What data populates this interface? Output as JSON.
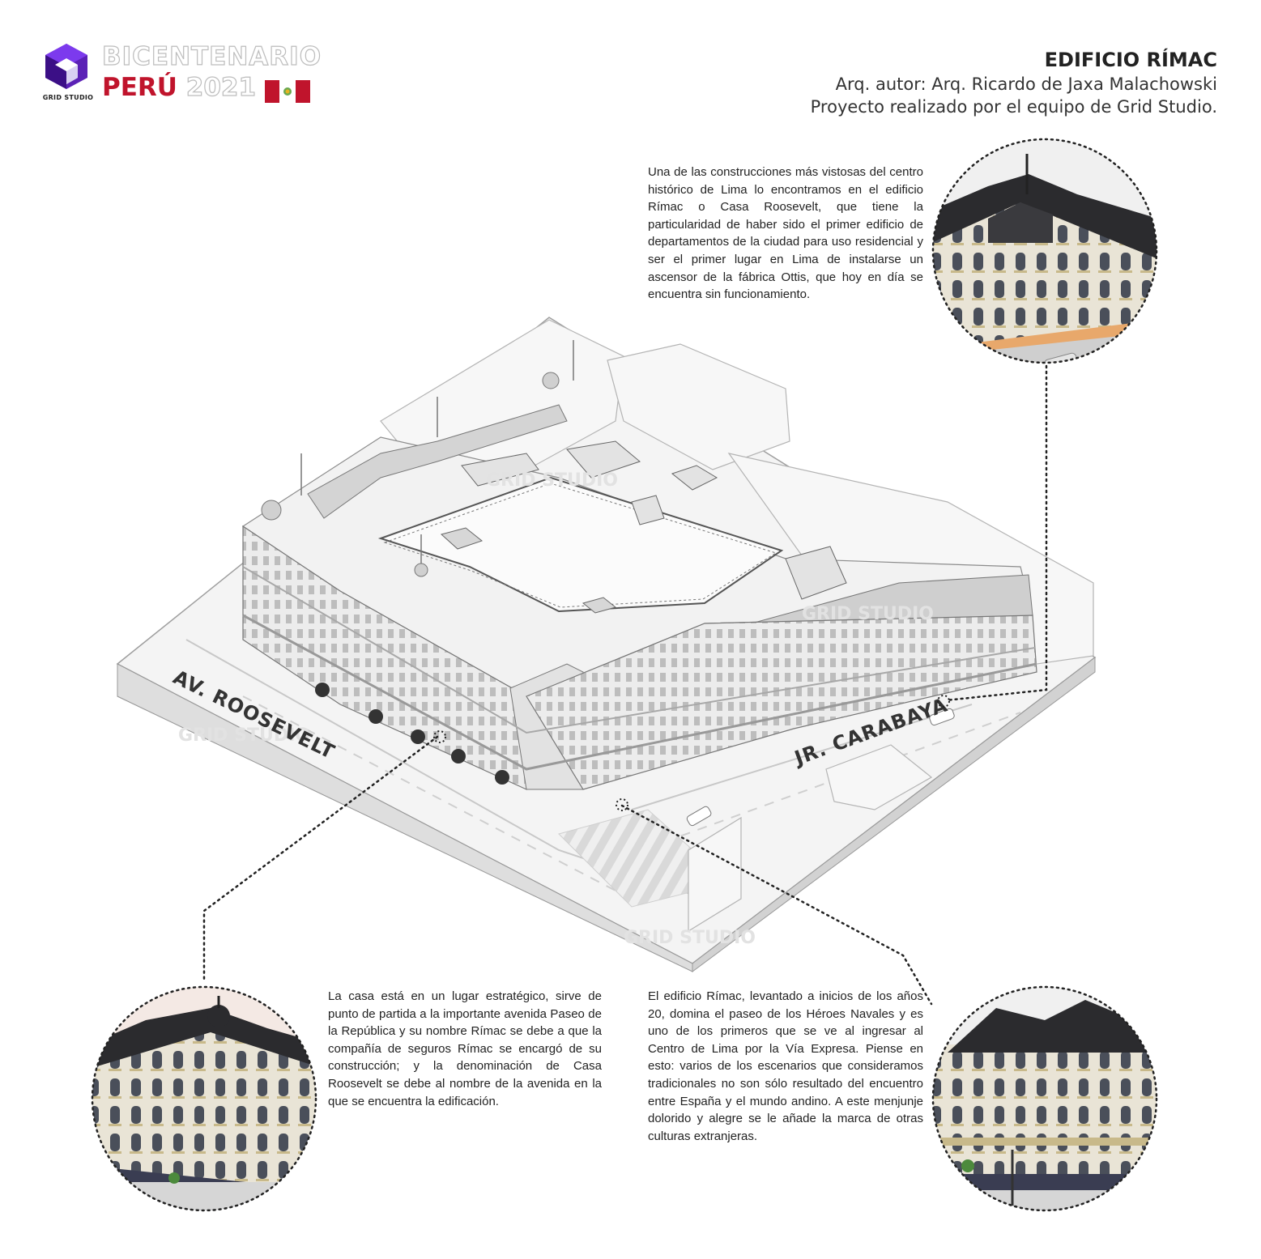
{
  "logo": {
    "studio_name": "GRID STUDIO",
    "line1": "BICENTENARIO",
    "line2_word": "PERÚ",
    "line2_year": "2021",
    "brand_color": "#5b21b6",
    "flag_color": "#c0142c"
  },
  "header": {
    "title": "EDIFICIO RÍMAC",
    "author": "Arq. autor: Arq. Ricardo de Jaxa Malachowski",
    "team": "Proyecto realizado por el equipo de Grid Studio."
  },
  "streets": {
    "roosevelt": "AV. ROOSEVELT",
    "carabaya": "JR. CARABAYA"
  },
  "watermark": "GRID STUDIO",
  "paragraphs": {
    "top": "Una de las construcciones más vistosas del centro histórico de Lima lo encontramos en el edificio Rímac o Casa Roosevelt, que tiene la particularidad de haber sido el primer edificio de departamentos de la ciudad para uso residencial y ser el primer lugar en Lima de instalarse un ascensor de la fábrica Ottis, que hoy en día se encuentra sin funcionamiento.",
    "left": "La casa está en un lugar estratégico, sirve de punto de partida a la importante avenida Paseo de la República y su nombre Rímac se debe a que la compañía de seguros Rímac se encargó de su construcción; y la denominación de Casa Roosevelt se debe al nombre de la avenida en la que se encuentra la edificación.",
    "right": "El edificio Rímac, levantado a inicios de los años 20, domina el paseo de los Héroes Navales y es uno de los primeros que se ve al ingresar al Centro de Lima por la Vía Expresa. Piense en esto: varios de los escenarios que consideramos tradicionales no son sólo resultado del encuentro entre España y el mundo andino. A este menjunje dolorido y alegre se le añade la marca de otras culturas extranjeras."
  }
}
